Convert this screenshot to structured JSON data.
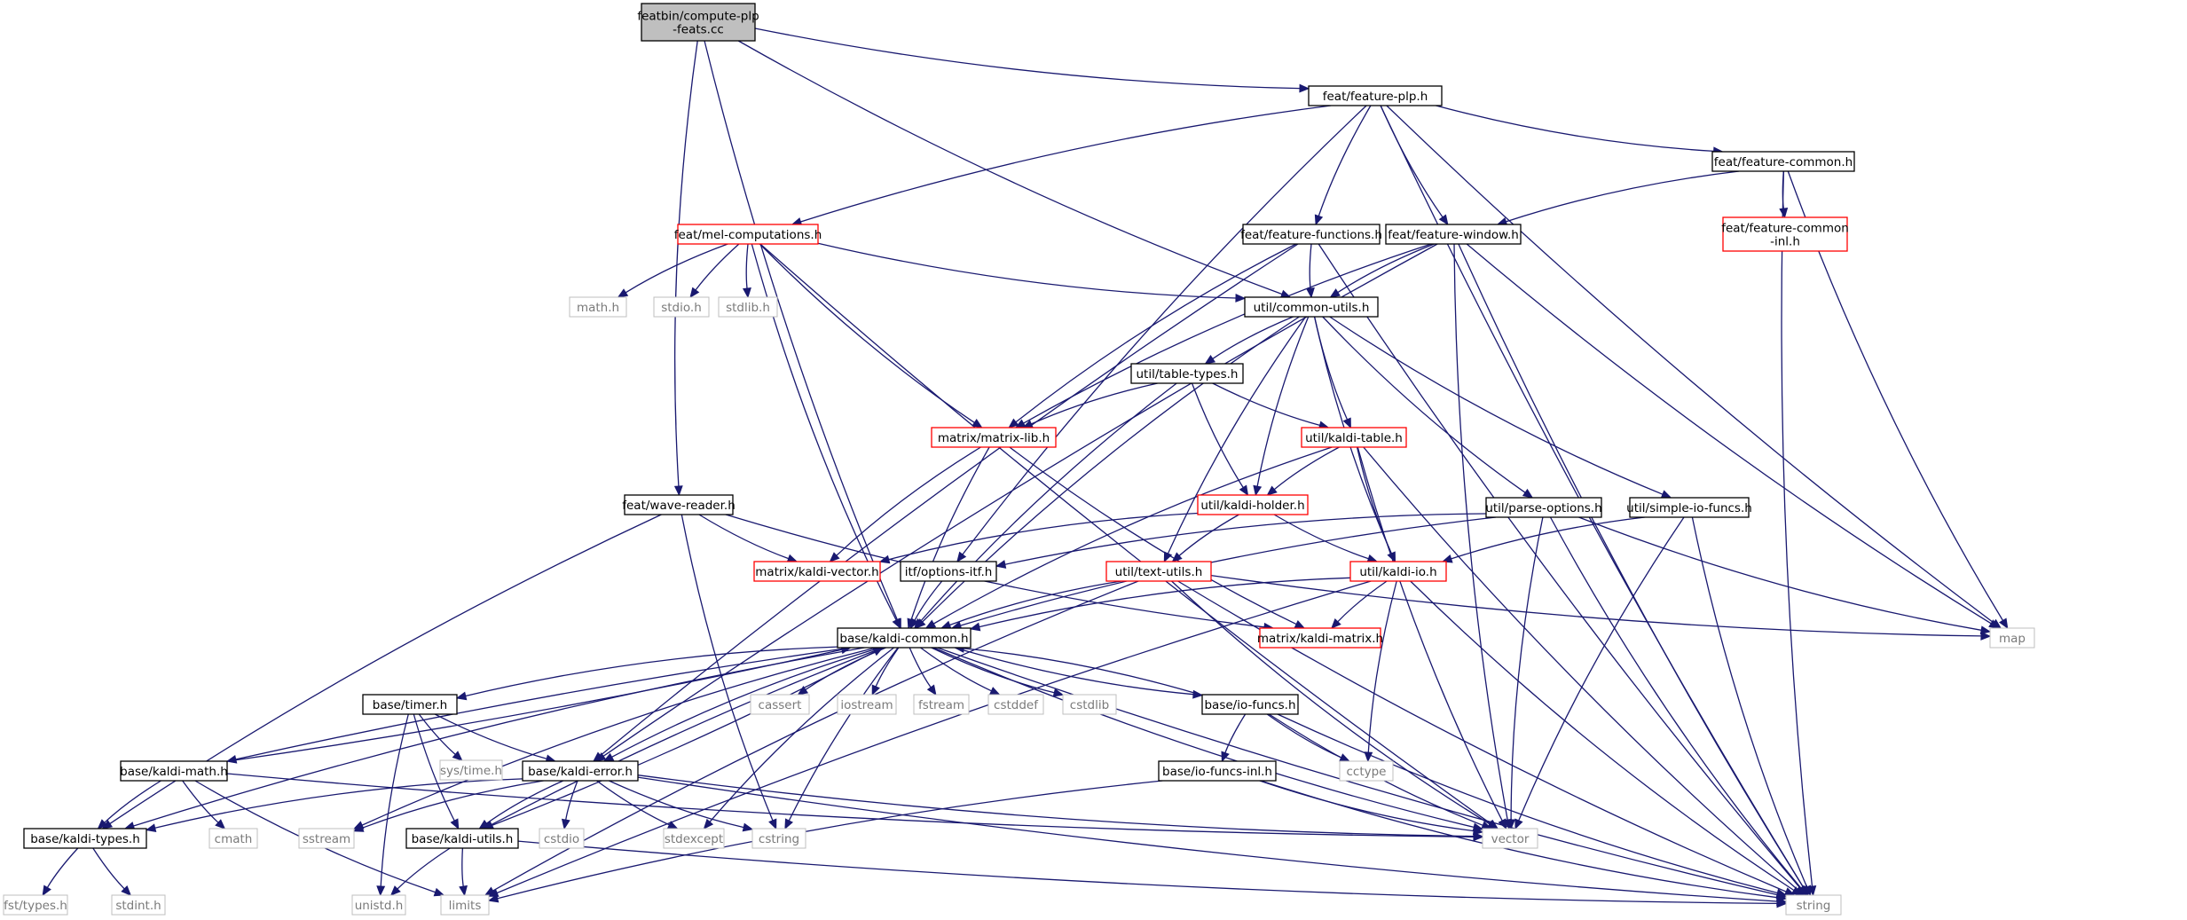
{
  "colors": {
    "edge": "#191970",
    "root_fill": "#bfbfbf",
    "normal_border": "#000000",
    "truncated_border": "#ff0000",
    "system_border": "#bfbfbf",
    "system_text": "#7a7a7a"
  },
  "graph": {
    "nodes": [
      {
        "id": "root",
        "lines": [
          "featbin/compute-plp",
          "-feats.cc"
        ],
        "kind": "root"
      },
      {
        "id": "plp",
        "lines": [
          "feat/feature-plp.h"
        ],
        "kind": "normal"
      },
      {
        "id": "fcommon",
        "lines": [
          "feat/feature-common.h"
        ],
        "kind": "normal"
      },
      {
        "id": "fcommoninl",
        "lines": [
          "feat/feature-common",
          "-inl.h"
        ],
        "kind": "truncated"
      },
      {
        "id": "mel",
        "lines": [
          "feat/mel-computations.h"
        ],
        "kind": "truncated"
      },
      {
        "id": "ffunc",
        "lines": [
          "feat/feature-functions.h"
        ],
        "kind": "normal"
      },
      {
        "id": "fwin",
        "lines": [
          "feat/feature-window.h"
        ],
        "kind": "normal"
      },
      {
        "id": "mathh",
        "lines": [
          "math.h"
        ],
        "kind": "system"
      },
      {
        "id": "stdioh",
        "lines": [
          "stdio.h"
        ],
        "kind": "system"
      },
      {
        "id": "stdlibh",
        "lines": [
          "stdlib.h"
        ],
        "kind": "system"
      },
      {
        "id": "cutils",
        "lines": [
          "util/common-utils.h"
        ],
        "kind": "normal"
      },
      {
        "id": "ttypes",
        "lines": [
          "util/table-types.h"
        ],
        "kind": "normal"
      },
      {
        "id": "mlib",
        "lines": [
          "matrix/matrix-lib.h"
        ],
        "kind": "truncated"
      },
      {
        "id": "ktable",
        "lines": [
          "util/kaldi-table.h"
        ],
        "kind": "truncated"
      },
      {
        "id": "kholder",
        "lines": [
          "util/kaldi-holder.h"
        ],
        "kind": "truncated"
      },
      {
        "id": "wave",
        "lines": [
          "feat/wave-reader.h"
        ],
        "kind": "normal"
      },
      {
        "id": "popts",
        "lines": [
          "util/parse-options.h"
        ],
        "kind": "normal"
      },
      {
        "id": "sio",
        "lines": [
          "util/simple-io-funcs.h"
        ],
        "kind": "normal"
      },
      {
        "id": "kvec",
        "lines": [
          "matrix/kaldi-vector.h"
        ],
        "kind": "truncated"
      },
      {
        "id": "oitf",
        "lines": [
          "itf/options-itf.h"
        ],
        "kind": "normal"
      },
      {
        "id": "textu",
        "lines": [
          "util/text-utils.h"
        ],
        "kind": "truncated"
      },
      {
        "id": "kio",
        "lines": [
          "util/kaldi-io.h"
        ],
        "kind": "truncated"
      },
      {
        "id": "map",
        "lines": [
          "map"
        ],
        "kind": "system"
      },
      {
        "id": "kmat",
        "lines": [
          "matrix/kaldi-matrix.h"
        ],
        "kind": "truncated"
      },
      {
        "id": "kcommon",
        "lines": [
          "base/kaldi-common.h"
        ],
        "kind": "normal"
      },
      {
        "id": "cassert",
        "lines": [
          "cassert"
        ],
        "kind": "system"
      },
      {
        "id": "iostream",
        "lines": [
          "iostream"
        ],
        "kind": "system"
      },
      {
        "id": "fstream",
        "lines": [
          "fstream"
        ],
        "kind": "system"
      },
      {
        "id": "cstddef",
        "lines": [
          "cstddef"
        ],
        "kind": "system"
      },
      {
        "id": "cstdlib",
        "lines": [
          "cstdlib"
        ],
        "kind": "system"
      },
      {
        "id": "timer",
        "lines": [
          "base/timer.h"
        ],
        "kind": "normal"
      },
      {
        "id": "iofuncs",
        "lines": [
          "base/io-funcs.h"
        ],
        "kind": "normal"
      },
      {
        "id": "systime",
        "lines": [
          "sys/time.h"
        ],
        "kind": "system"
      },
      {
        "id": "kmath",
        "lines": [
          "base/kaldi-math.h"
        ],
        "kind": "normal"
      },
      {
        "id": "kerror",
        "lines": [
          "base/kaldi-error.h"
        ],
        "kind": "normal"
      },
      {
        "id": "iofinl",
        "lines": [
          "base/io-funcs-inl.h"
        ],
        "kind": "normal"
      },
      {
        "id": "cctype",
        "lines": [
          "cctype"
        ],
        "kind": "system"
      },
      {
        "id": "ktypes",
        "lines": [
          "base/kaldi-types.h"
        ],
        "kind": "normal"
      },
      {
        "id": "cmath",
        "lines": [
          "cmath"
        ],
        "kind": "system"
      },
      {
        "id": "sstream",
        "lines": [
          "sstream"
        ],
        "kind": "system"
      },
      {
        "id": "kutils",
        "lines": [
          "base/kaldi-utils.h"
        ],
        "kind": "normal"
      },
      {
        "id": "cstdio",
        "lines": [
          "cstdio"
        ],
        "kind": "system"
      },
      {
        "id": "stdexcept",
        "lines": [
          "stdexcept"
        ],
        "kind": "system"
      },
      {
        "id": "cstring",
        "lines": [
          "cstring"
        ],
        "kind": "system"
      },
      {
        "id": "vector",
        "lines": [
          "vector"
        ],
        "kind": "system"
      },
      {
        "id": "fsttypes",
        "lines": [
          "fst/types.h"
        ],
        "kind": "system"
      },
      {
        "id": "stdinth",
        "lines": [
          "stdint.h"
        ],
        "kind": "system"
      },
      {
        "id": "unistd",
        "lines": [
          "unistd.h"
        ],
        "kind": "system"
      },
      {
        "id": "limits",
        "lines": [
          "limits"
        ],
        "kind": "system"
      },
      {
        "id": "string",
        "lines": [
          "string"
        ],
        "kind": "system"
      }
    ],
    "edges": [
      [
        "root",
        "plp"
      ],
      [
        "root",
        "cutils"
      ],
      [
        "root",
        "wave"
      ],
      [
        "root",
        "kcommon"
      ],
      [
        "plp",
        "fcommon"
      ],
      [
        "plp",
        "mel"
      ],
      [
        "plp",
        "ffunc"
      ],
      [
        "plp",
        "fwin"
      ],
      [
        "plp",
        "map"
      ],
      [
        "plp",
        "string"
      ],
      [
        "plp",
        "oitf"
      ],
      [
        "fcommon",
        "fcommoninl"
      ],
      [
        "fcommon",
        "fwin"
      ],
      [
        "fcommon",
        "map"
      ],
      [
        "fcommon",
        "string"
      ],
      [
        "mel",
        "mathh"
      ],
      [
        "mel",
        "stdioh"
      ],
      [
        "mel",
        "stdlibh"
      ],
      [
        "mel",
        "cutils"
      ],
      [
        "mel",
        "mlib"
      ],
      [
        "mel",
        "kcommon"
      ],
      [
        "mel",
        "vector"
      ],
      [
        "ffunc",
        "cutils"
      ],
      [
        "ffunc",
        "mlib"
      ],
      [
        "ffunc",
        "kerror"
      ],
      [
        "ffunc",
        "string"
      ],
      [
        "fwin",
        "cutils"
      ],
      [
        "fwin",
        "mlib"
      ],
      [
        "fwin",
        "kerror"
      ],
      [
        "fwin",
        "map"
      ],
      [
        "fwin",
        "string"
      ],
      [
        "fwin",
        "vector"
      ],
      [
        "cutils",
        "ttypes"
      ],
      [
        "cutils",
        "ktable"
      ],
      [
        "cutils",
        "kholder"
      ],
      [
        "cutils",
        "popts"
      ],
      [
        "cutils",
        "sio"
      ],
      [
        "cutils",
        "textu"
      ],
      [
        "cutils",
        "kio"
      ],
      [
        "cutils",
        "kcommon"
      ],
      [
        "ttypes",
        "mlib"
      ],
      [
        "ttypes",
        "ktable"
      ],
      [
        "ttypes",
        "kholder"
      ],
      [
        "ttypes",
        "kcommon"
      ],
      [
        "mlib",
        "kvec"
      ],
      [
        "mlib",
        "kmat"
      ],
      [
        "mlib",
        "kcommon"
      ],
      [
        "ktable",
        "kholder"
      ],
      [
        "ktable",
        "kio"
      ],
      [
        "ktable",
        "kcommon"
      ],
      [
        "ktable",
        "vector"
      ],
      [
        "ktable",
        "string"
      ],
      [
        "kholder",
        "textu"
      ],
      [
        "kholder",
        "kio"
      ],
      [
        "kholder",
        "kvec"
      ],
      [
        "wave",
        "kvec"
      ],
      [
        "wave",
        "kmat"
      ],
      [
        "wave",
        "ktypes"
      ],
      [
        "wave",
        "cstring"
      ],
      [
        "popts",
        "oitf"
      ],
      [
        "popts",
        "kcommon"
      ],
      [
        "popts",
        "map"
      ],
      [
        "popts",
        "vector"
      ],
      [
        "popts",
        "string"
      ],
      [
        "sio",
        "kio"
      ],
      [
        "sio",
        "vector"
      ],
      [
        "sio",
        "string"
      ],
      [
        "oitf",
        "kcommon"
      ],
      [
        "textu",
        "kcommon"
      ],
      [
        "textu",
        "map"
      ],
      [
        "textu",
        "vector"
      ],
      [
        "textu",
        "string"
      ],
      [
        "textu",
        "limits"
      ],
      [
        "kio",
        "kcommon"
      ],
      [
        "kio",
        "kmat"
      ],
      [
        "kio",
        "cctype"
      ],
      [
        "kio",
        "limits"
      ],
      [
        "kio",
        "string"
      ],
      [
        "kcommon",
        "cassert"
      ],
      [
        "kcommon",
        "iostream"
      ],
      [
        "kcommon",
        "fstream"
      ],
      [
        "kcommon",
        "cstddef"
      ],
      [
        "kcommon",
        "cstdlib"
      ],
      [
        "kcommon",
        "timer"
      ],
      [
        "kcommon",
        "iofuncs"
      ],
      [
        "kcommon",
        "kmath"
      ],
      [
        "kcommon",
        "kerror"
      ],
      [
        "kcommon",
        "ktypes"
      ],
      [
        "kcommon",
        "sstream"
      ],
      [
        "kcommon",
        "kutils"
      ],
      [
        "kcommon",
        "stdexcept"
      ],
      [
        "kcommon",
        "cstring"
      ],
      [
        "kcommon",
        "vector"
      ],
      [
        "kcommon",
        "string"
      ],
      [
        "timer",
        "systime"
      ],
      [
        "timer",
        "kerror"
      ],
      [
        "timer",
        "kutils"
      ],
      [
        "timer",
        "unistd"
      ],
      [
        "iofuncs",
        "iofinl"
      ],
      [
        "iofuncs",
        "cctype"
      ],
      [
        "iofuncs",
        "vector"
      ],
      [
        "iofuncs",
        "string"
      ],
      [
        "iofuncs",
        "kcommon"
      ],
      [
        "kmath",
        "ktypes"
      ],
      [
        "kmath",
        "cmath"
      ],
      [
        "kmath",
        "limits"
      ],
      [
        "kmath",
        "vector"
      ],
      [
        "kmath",
        "kcommon"
      ],
      [
        "kerror",
        "ktypes"
      ],
      [
        "kerror",
        "kutils"
      ],
      [
        "kerror",
        "sstream"
      ],
      [
        "kerror",
        "cstdio"
      ],
      [
        "kerror",
        "stdexcept"
      ],
      [
        "kerror",
        "cstring"
      ],
      [
        "kerror",
        "vector"
      ],
      [
        "kerror",
        "string"
      ],
      [
        "iofinl",
        "vector"
      ],
      [
        "iofinl",
        "string"
      ],
      [
        "iofinl",
        "limits"
      ],
      [
        "ktypes",
        "fsttypes"
      ],
      [
        "ktypes",
        "stdinth"
      ],
      [
        "kutils",
        "unistd"
      ],
      [
        "kutils",
        "limits"
      ],
      [
        "kutils",
        "string"
      ],
      [
        "kutils",
        "kcommon"
      ]
    ]
  }
}
